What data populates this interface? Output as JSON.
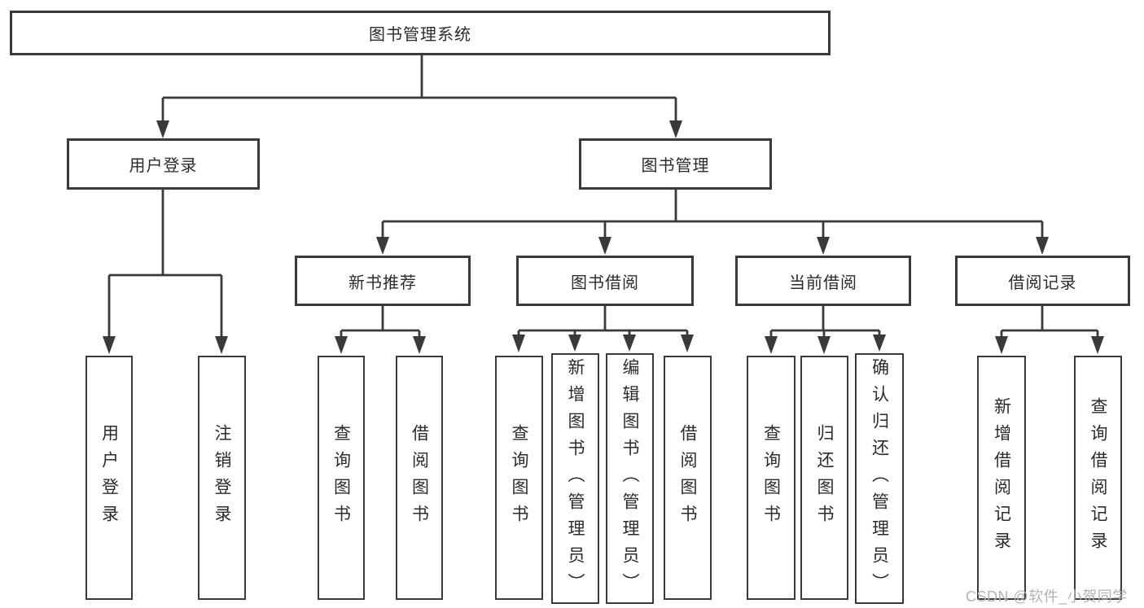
{
  "colors": {
    "line": "#3a3a3a",
    "box_border": "#3a3a3a",
    "box_fill": "#ffffff",
    "text": "#2b2b2b",
    "background": "#ffffff",
    "watermark_text_color": "#b7b2b2"
  },
  "watermark": {
    "text": "CSDN @软件_小贺同学"
  },
  "diagram": {
    "type": "hierarchy-tree",
    "root": {
      "label": "图书管理系统",
      "children": [
        {
          "label": "用户登录",
          "children": [
            {
              "label": "用户登录"
            },
            {
              "label": "注销登录"
            }
          ]
        },
        {
          "label": "图书管理",
          "children": [
            {
              "label": "新书推荐",
              "children": [
                {
                  "label": "查询图书"
                },
                {
                  "label": "借阅图书"
                }
              ]
            },
            {
              "label": "图书借阅",
              "children": [
                {
                  "label": "查询图书"
                },
                {
                  "label": "新增图书（管理员）"
                },
                {
                  "label": "编辑图书（管理员）"
                },
                {
                  "label": "借阅图书"
                }
              ]
            },
            {
              "label": "当前借阅",
              "children": [
                {
                  "label": "查询图书"
                },
                {
                  "label": "归还图书"
                },
                {
                  "label": "确认归还（管理员）"
                }
              ]
            },
            {
              "label": "借阅记录",
              "children": [
                {
                  "label": "新增借阅记录"
                },
                {
                  "label": "查询借阅记录"
                }
              ]
            }
          ]
        }
      ]
    }
  }
}
